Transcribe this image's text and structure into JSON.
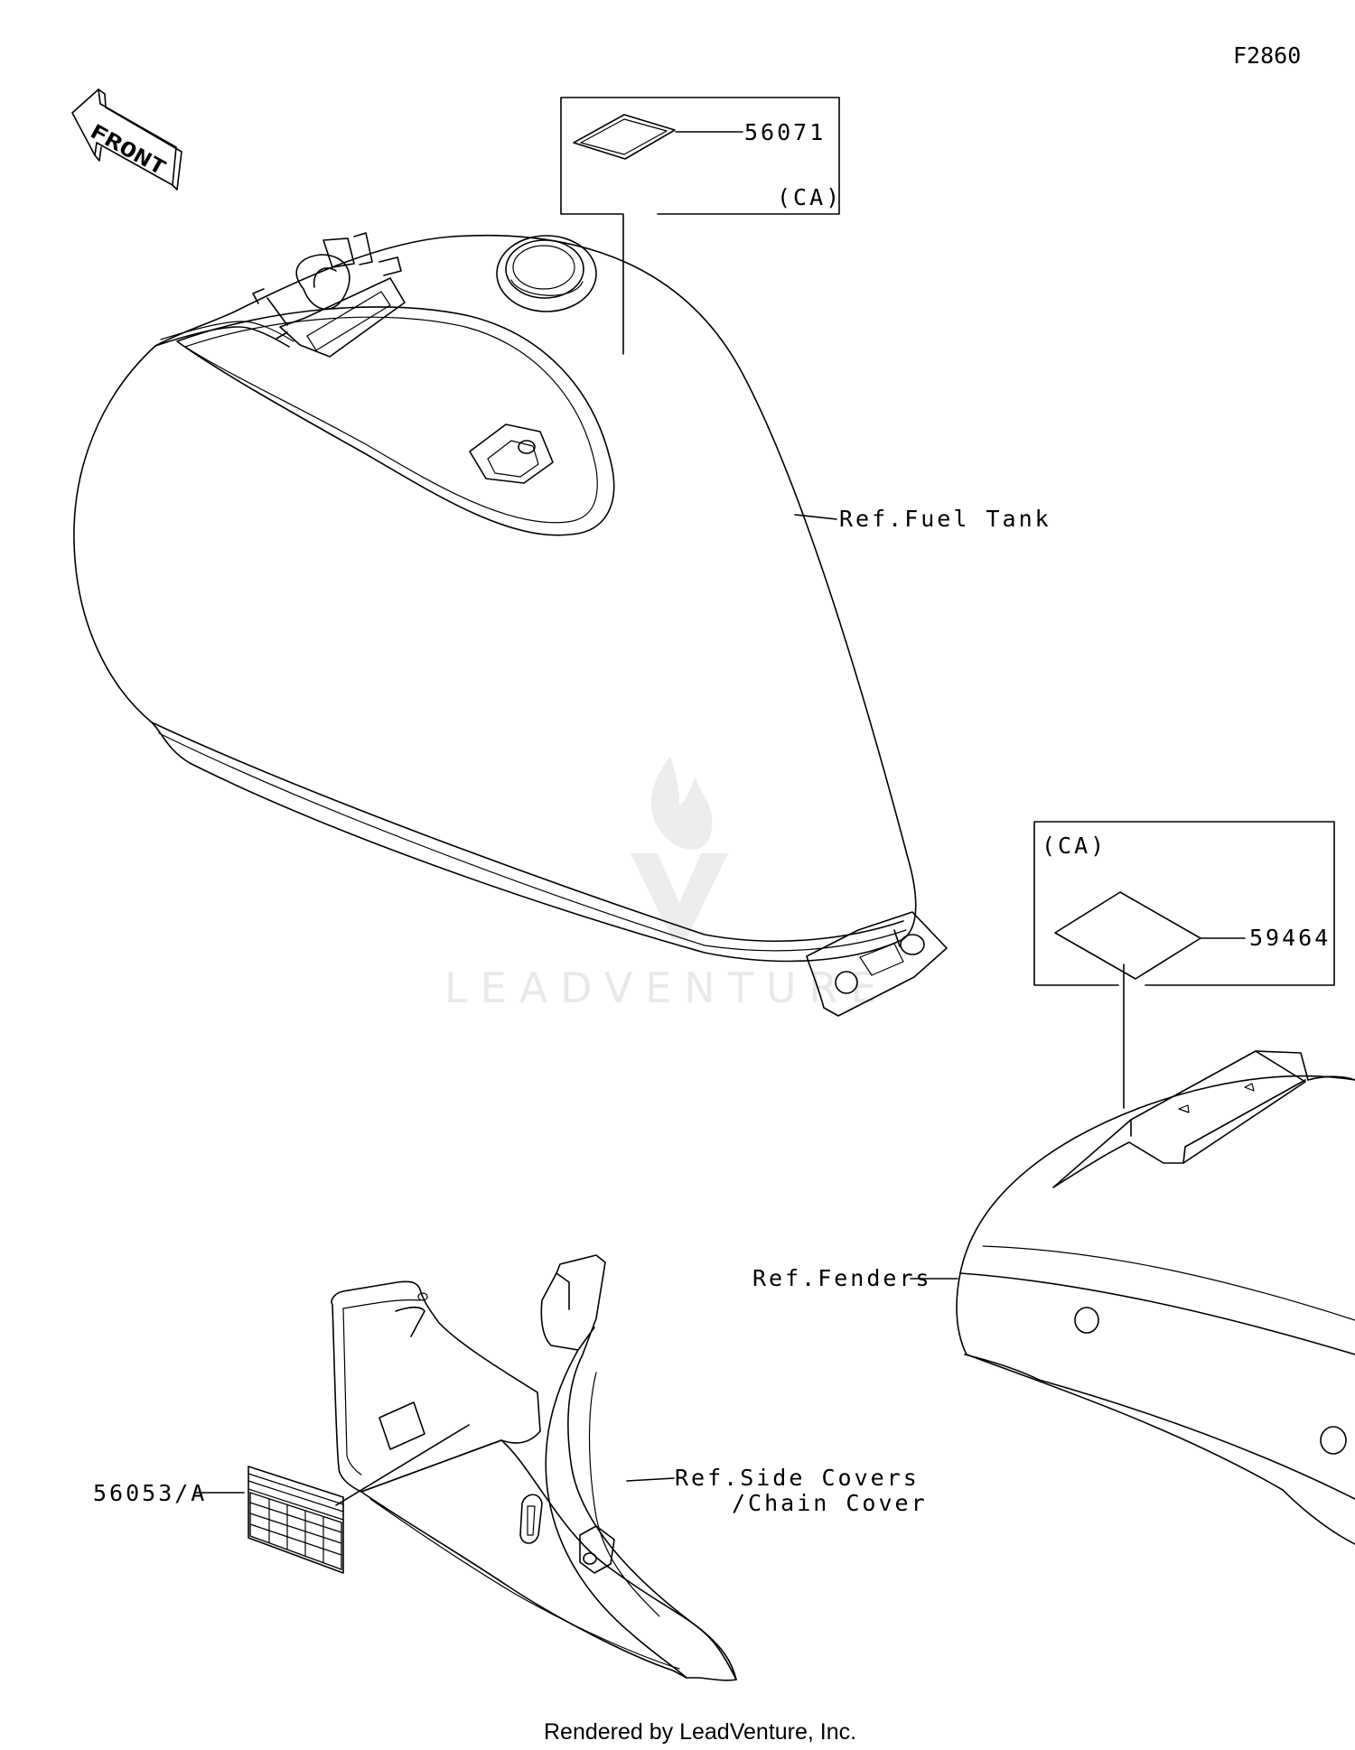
{
  "figure_code": "F2860",
  "front_arrow": {
    "label": "FRONT",
    "icon": "front-direction-arrow-icon"
  },
  "callouts": {
    "part_56071": "56071",
    "part_56071_note": "(CA)",
    "ref_fuel_tank": "Ref.Fuel Tank",
    "part_59464_note": "(CA)",
    "part_59464": "59464",
    "ref_fenders": "Ref.Fenders",
    "ref_side_covers_line1": "Ref.Side Covers",
    "ref_side_covers_line2": "/Chain Cover",
    "part_56053": "56053/A"
  },
  "watermark": {
    "text": "LEADVENTURE",
    "icon": "leadventure-flame-logo-icon"
  },
  "footer": "Rendered by LeadVenture, Inc."
}
